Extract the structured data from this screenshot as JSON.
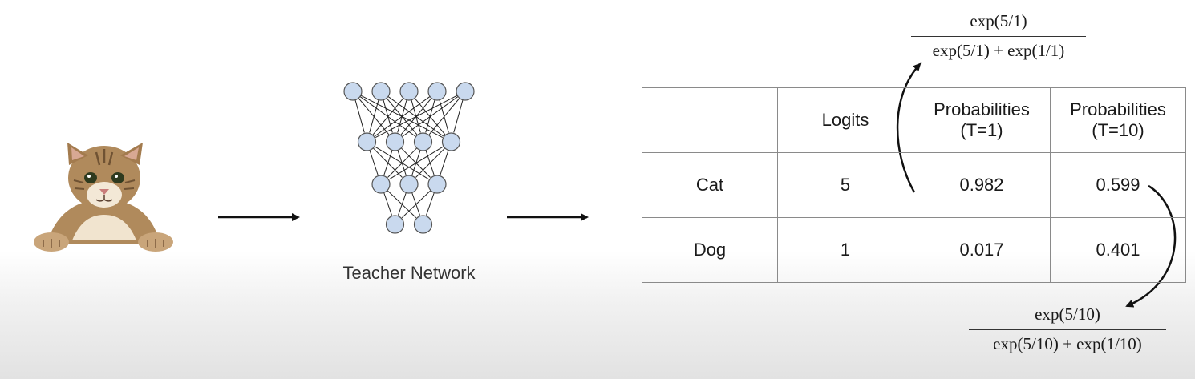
{
  "caption": "Teacher Network",
  "table": {
    "headers": [
      "",
      "Logits",
      "Probabilities\n(T=1)",
      "Probabilities\n(T=10)"
    ],
    "rows": [
      {
        "label": "Cat",
        "logit": "5",
        "p_t1": "0.982",
        "p_t10": "0.599"
      },
      {
        "label": "Dog",
        "logit": "1",
        "p_t1": "0.017",
        "p_t10": "0.401"
      }
    ]
  },
  "formula_t1": {
    "numerator": "exp(5/1)",
    "denominator": "exp(5/1) + exp(1/1)"
  },
  "formula_t10": {
    "numerator": "exp(5/10)",
    "denominator": "exp(5/10) + exp(1/10)"
  },
  "network": {
    "layer_sizes": [
      5,
      4,
      3,
      2
    ],
    "node_color": "#c9d9ee"
  },
  "icons": {
    "input_image": "cat-image",
    "arrows": "right-arrow-icon"
  }
}
